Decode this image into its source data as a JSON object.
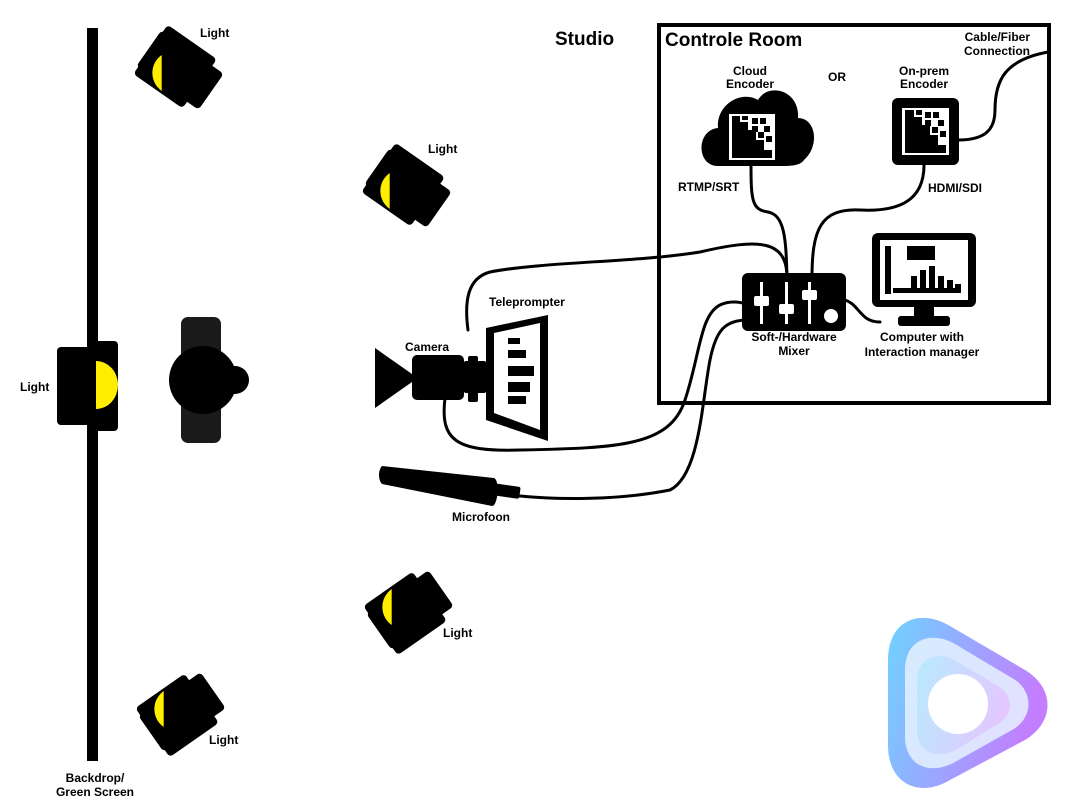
{
  "labels": {
    "studio": "Studio",
    "control_room": "Controle Room",
    "cable_fiber_1": "Cable/Fiber",
    "cable_fiber_2": "Connection",
    "cloud_encoder_1": "Cloud",
    "cloud_encoder_2": "Encoder",
    "or": "OR",
    "onprem_encoder_1": "On-prem",
    "onprem_encoder_2": "Encoder",
    "rtmp_srt": "RTMP/SRT",
    "hdmi_sdi": "HDMI/SDI",
    "mixer_1": "Soft-/Hardware",
    "mixer_2": "Mixer",
    "computer_1": "Computer with",
    "computer_2": "Interaction manager",
    "teleprompter": "Teleprompter",
    "camera": "Camera",
    "microfoon": "Microfoon",
    "light_top": "Light",
    "light_upper_mid": "Light",
    "light_left": "Light",
    "light_lower_mid": "Light",
    "light_bottom": "Light",
    "backdrop_1": "Backdrop/",
    "backdrop_2": "Green Screen"
  },
  "colors": {
    "lamp": "#ffee00",
    "ink": "#000000",
    "logo_from": "#66ccff",
    "logo_to": "#c080ff"
  },
  "icons": [
    "light-icon",
    "camera-icon",
    "teleprompter-icon",
    "microphone-icon",
    "cloud-encoder-icon",
    "onprem-encoder-icon",
    "mixer-icon",
    "computer-icon",
    "person-icon",
    "play-logo-icon"
  ]
}
